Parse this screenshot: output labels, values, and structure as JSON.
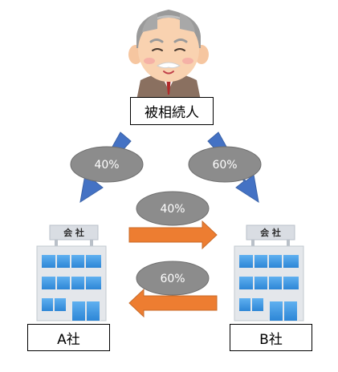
{
  "person": {
    "label": "被相続人"
  },
  "companies": {
    "a": {
      "label": "A社",
      "sign": "会 社"
    },
    "b": {
      "label": "B社",
      "sign": "会 社"
    }
  },
  "ownership": {
    "person_to_a": "40%",
    "person_to_b": "60%",
    "a_to_b": "40%",
    "b_to_a": "60%"
  },
  "colors": {
    "blue_arrow": "#4472c4",
    "orange_arrow": "#ed7d31",
    "ellipse_fill": "#8c8c8c",
    "ellipse_stroke": "#6e6e6e"
  },
  "icons": {
    "person": "elderly-man-icon",
    "company": "office-building-icon"
  }
}
